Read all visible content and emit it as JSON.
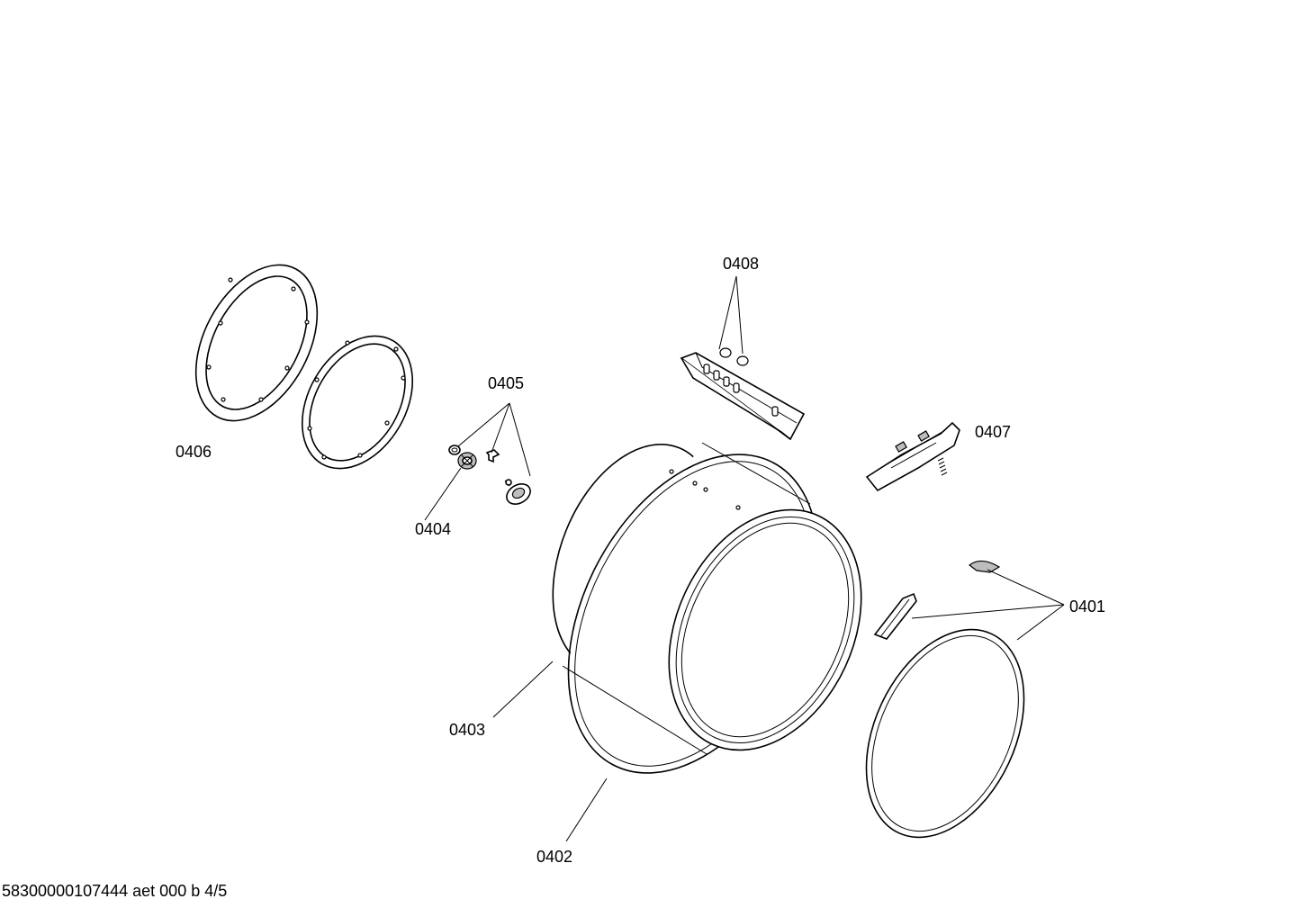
{
  "labels": {
    "p0401": "0401",
    "p0402": "0402",
    "p0403": "0403",
    "p0404": "0404",
    "p0405": "0405",
    "p0406": "0406",
    "p0407": "0407",
    "p0408": "0408"
  },
  "footer": {
    "text": "58300000107444 aet 000 b 4/5"
  }
}
